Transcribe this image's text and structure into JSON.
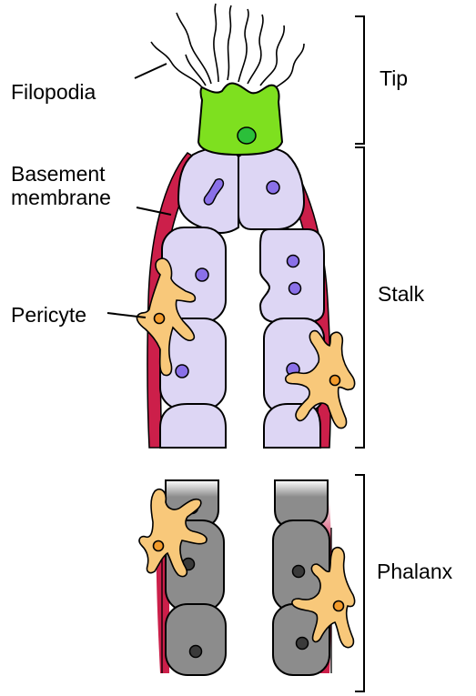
{
  "diagram": {
    "labels": {
      "filopodia": "Filopodia",
      "basement_line1": "Basement",
      "basement_line2": "membrane",
      "pericyte": "Pericyte",
      "tip": "Tip",
      "stalk": "Stalk",
      "phalanx": "Phalanx"
    },
    "colors": {
      "tip_cell": "#7ee01f",
      "tip_nucleus": "#2bbf3a",
      "stalk_cell": "#ddd6f4",
      "stalk_nucleus": "#8a70e8",
      "phalanx_cell": "#8c8c8c",
      "phalanx_nucleus": "#3a3a3a",
      "basement_membrane": "#cc1f4a",
      "pericyte": "#f8c87a",
      "pericyte_nucleus": "#f39b2b",
      "outline": "#000000"
    }
  }
}
